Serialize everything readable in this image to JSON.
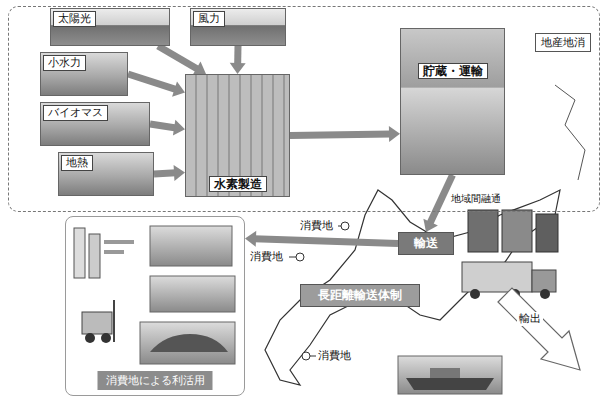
{
  "diagram": {
    "nodes": [
      {
        "text": [
          "地産地消"
        ]
      },
      {
        "text": [
          "太陽光"
        ],
        "in": 0
      },
      {
        "text": [
          "風力"
        ],
        "in": 0
      },
      {
        "text": [
          "小水力"
        ],
        "in": 0
      },
      {
        "text": [
          "バイオマス"
        ],
        "in": 0
      },
      {
        "text": [
          "地熱"
        ],
        "in": 0
      },
      {
        "text": [
          "水素製造"
        ],
        "in": 0
      },
      {
        "text": [
          "貯蔵・運輸"
        ],
        "in": 0
      },
      {
        "text": [
          "輸送"
        ]
      },
      {
        "text": [
          "長距離輸送体制"
        ]
      },
      {
        "text": [
          "消費地による利活用"
        ]
      }
    ],
    "edges": [
      {
        "from": 1,
        "to": 6,
        "arrow": "to"
      },
      {
        "from": 2,
        "to": 6,
        "arrow": "to"
      },
      {
        "from": 3,
        "to": 6,
        "arrow": "to"
      },
      {
        "from": 4,
        "to": 6,
        "arrow": "to"
      },
      {
        "from": 5,
        "to": 6,
        "arrow": "to"
      },
      {
        "from": 6,
        "to": 7,
        "arrow": "to"
      },
      {
        "from": 7,
        "to": 8,
        "label": "地域間融通",
        "arrow": "to"
      },
      {
        "from": 8,
        "to": 10,
        "arrow": "to"
      }
    ],
    "labels": [
      "消費地",
      "消費地",
      "消費地",
      "輸出"
    ]
  }
}
